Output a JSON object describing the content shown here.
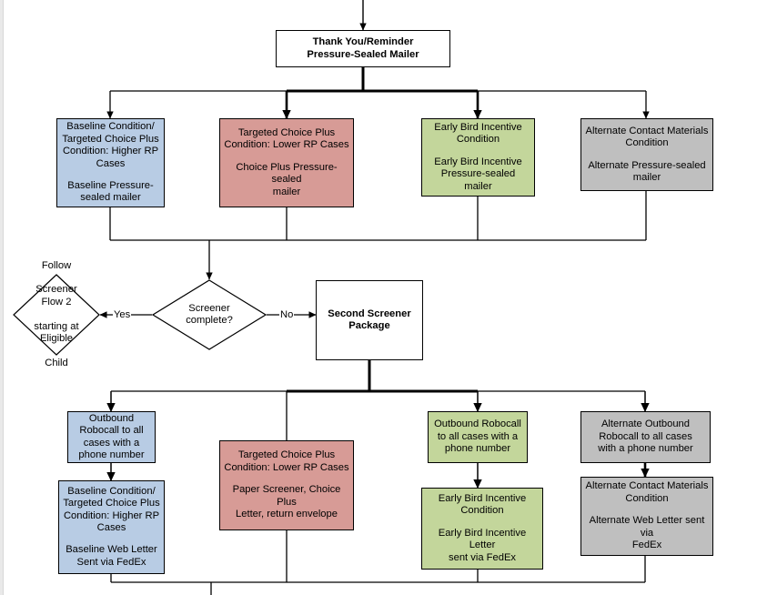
{
  "diagram": {
    "type": "flowchart",
    "title": "Screener Flow - Thank You/Reminder Mailer Branch",
    "colors": {
      "blue": "#b8cce4",
      "red": "#d79b96",
      "green": "#c3d69b",
      "gray": "#bfbfbf",
      "white": "#ffffff",
      "stroke": "#000000",
      "background": "#ffffff"
    },
    "nodes": {
      "thank_you": {
        "label_line1": "Thank You/Reminder",
        "label_line2": "Pressure-Sealed Mailer"
      },
      "baseline_mailer": {
        "seg1_line1": "Baseline Condition/",
        "seg1_line2": "Targeted Choice Plus",
        "seg1_line3": "Condition: Higher RP",
        "seg1_line4": "Cases",
        "seg2_line1": "Baseline Pressure-",
        "seg2_line2": "sealed mailer"
      },
      "choice_plus_mailer": {
        "seg1_line1": "Targeted Choice Plus",
        "seg1_line2": "Condition: Lower RP Cases",
        "seg2_line1": "Choice Plus Pressure-sealed",
        "seg2_line2": "mailer"
      },
      "early_bird_mailer": {
        "seg1_line1": "Early Bird Incentive",
        "seg1_line2": "Condition",
        "seg2_line1": "Early Bird Incentive",
        "seg2_line2": "Pressure-sealed mailer"
      },
      "alternate_mailer": {
        "seg1_line1": "Alternate Contact Materials",
        "seg1_line2": "Condition",
        "seg2_line1": "Alternate Pressure-sealed",
        "seg2_line2": "mailer"
      },
      "screener_complete": {
        "label": "Screener complete?"
      },
      "follow_flow2": {
        "line1": "Follow",
        "line2": "Screener Flow 2",
        "line3": "starting at Eligible",
        "line4": "Child"
      },
      "second_screener": {
        "line1": "Second Screener",
        "line2": "Package"
      },
      "outbound_robocall_blue": {
        "line1": "Outbound",
        "line2": "Robocall to all",
        "line3": "cases with a",
        "line4": "phone number"
      },
      "baseline_web_letter": {
        "seg1_line1": "Baseline Condition/",
        "seg1_line2": "Targeted Choice Plus",
        "seg1_line3": "Condition: Higher RP",
        "seg1_line4": "Cases",
        "seg2_line1": "Baseline Web Letter",
        "seg2_line2": "Sent via FedEx"
      },
      "choice_plus_paper": {
        "seg1_line1": "Targeted Choice Plus",
        "seg1_line2": "Condition: Lower RP Cases",
        "seg2_line1": "Paper Screener, Choice Plus",
        "seg2_line2": "Letter, return envelope"
      },
      "outbound_robocall_green": {
        "line1": "Outbound Robocall",
        "line2": "to all cases with a",
        "line3": "phone number"
      },
      "early_bird_letter": {
        "seg1_line1": "Early Bird Incentive",
        "seg1_line2": "Condition",
        "seg2_line1": "Early Bird Incentive Letter",
        "seg2_line2": "sent via FedEx"
      },
      "alternate_robocall": {
        "line1": "Alternate Outbound",
        "line2": "Robocall to all cases",
        "line3": "with a phone number"
      },
      "alternate_web_letter": {
        "seg1_line1": "Alternate Contact Materials",
        "seg1_line2": "Condition",
        "seg2_line1": "Alternate Web Letter sent via",
        "seg2_line2": "FedEx"
      }
    },
    "edge_labels": {
      "yes": "Yes",
      "no": "No"
    }
  }
}
